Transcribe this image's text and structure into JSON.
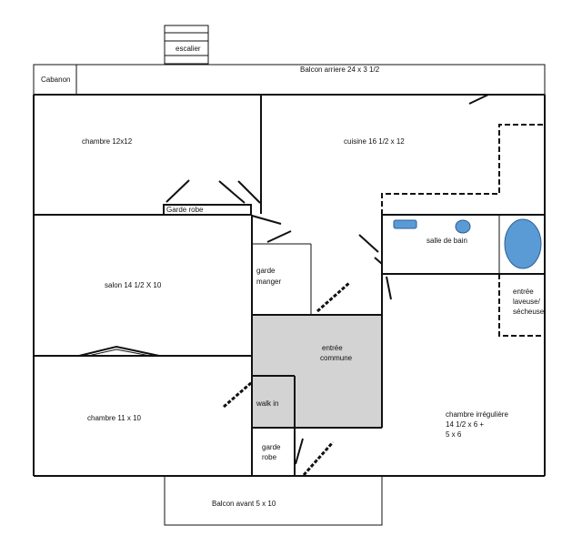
{
  "rooms": {
    "escalier": "escalier",
    "cabanon": "Cabanon",
    "balcon_arriere": "Balcon arriere  24 x 3 1/2",
    "chambre_1": "chambre 12x12",
    "cuisine": "cuisine 16 1/2 x 12",
    "garde_robe_1": "Garde robe",
    "salle_de_bain": "salle de bain",
    "salon": "salon 14 1/2 X 10",
    "garde_manger_1": "garde",
    "garde_manger_2": "manger",
    "entree_laveuse_1": "entrée",
    "entree_laveuse_2": "laveuse/",
    "entree_laveuse_3": "sécheuse",
    "entree_commune_1": "entrée",
    "entree_commune_2": "commune",
    "chambre_2": "chambre 11  x 10",
    "walk_in": "walk in",
    "chambre_irreguliere_1": "chambre irrégulière",
    "chambre_irreguliere_2": "14 1/2 x 6 +",
    "chambre_irreguliere_3": "5 x 6",
    "garde_robe_2_1": "garde",
    "garde_robe_2_2": "robe",
    "balcon_avant": "Balcon avant 5 x 10"
  },
  "colors": {
    "wall": "#111111",
    "entree_commune_fill": "#d3d3d3",
    "fixture_fill": "#5b9bd5",
    "fixture_stroke": "#2e5f93"
  }
}
